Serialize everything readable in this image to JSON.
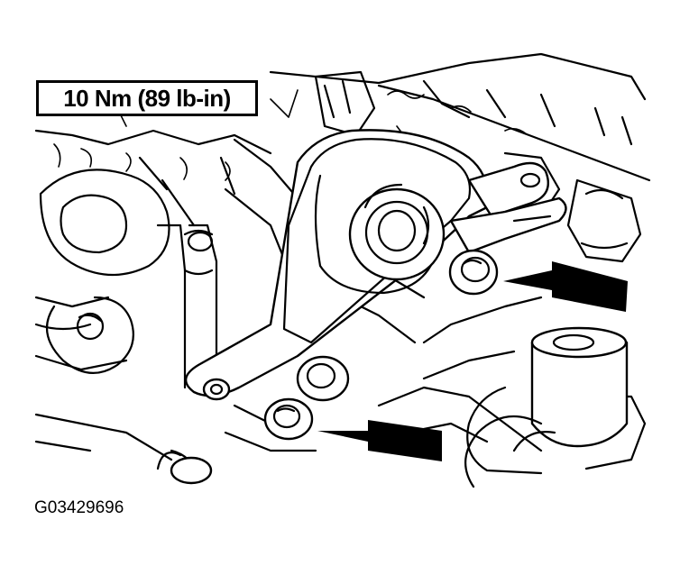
{
  "torque_callout": "10 Nm (89 lb-in)",
  "figure_id": "G03429696",
  "arrows": [
    {
      "name": "upper-right-bolt-arrow",
      "points_to": "bolt-right"
    },
    {
      "name": "lower-bolt-arrow",
      "points_to": "bolt-lower"
    }
  ],
  "colors": {
    "ink": "#000000",
    "paper": "#ffffff"
  }
}
